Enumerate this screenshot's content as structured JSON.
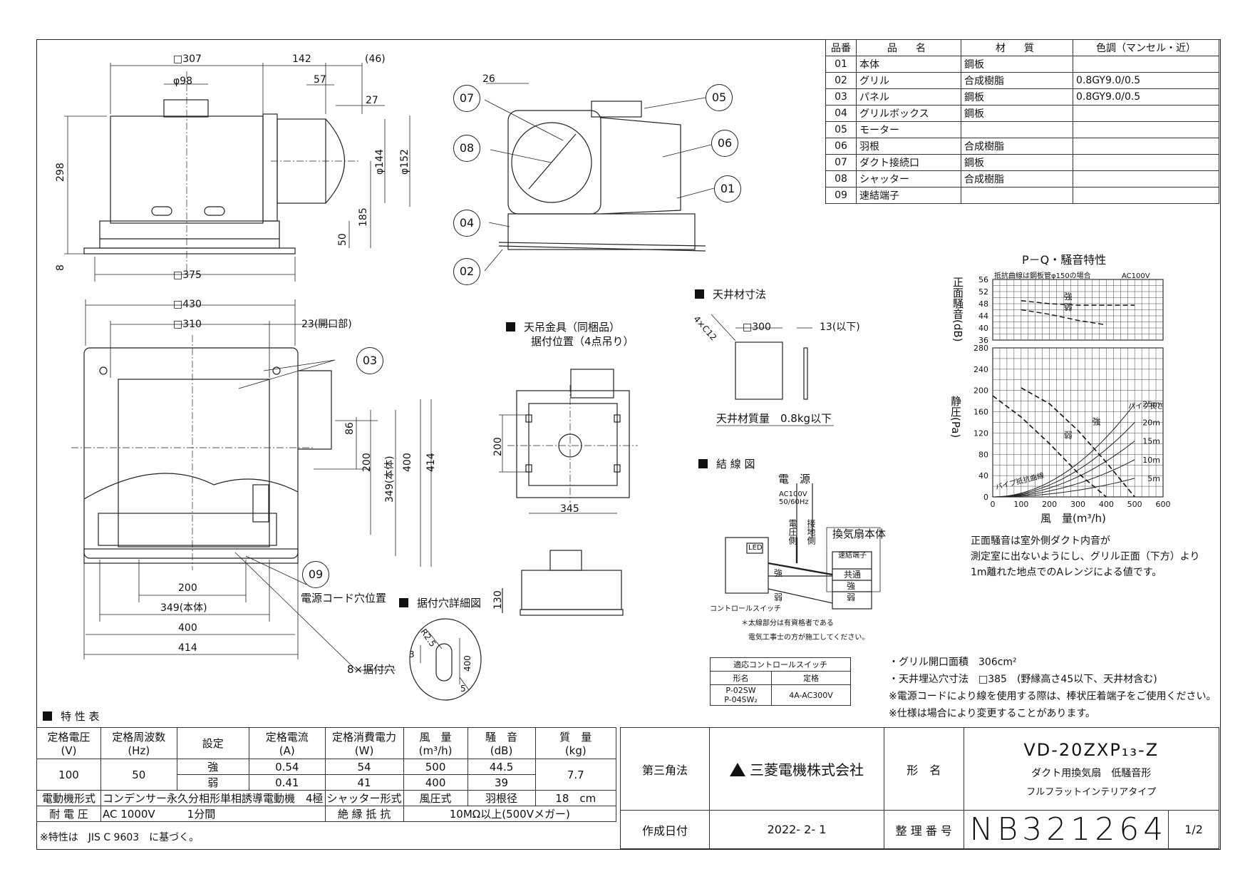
{
  "parts_table": {
    "headers": [
      "品番",
      "品　名",
      "材　質",
      "色調（マンセル・近）"
    ],
    "rows": [
      [
        "01",
        "本体",
        "鋼板",
        ""
      ],
      [
        "02",
        "グリル",
        "合成樹脂",
        "0.8GY9.0/0.5"
      ],
      [
        "03",
        "パネル",
        "鋼板",
        "0.8GY9.0/0.5"
      ],
      [
        "04",
        "グリルボックス",
        "鋼板",
        ""
      ],
      [
        "05",
        "モーター",
        "",
        ""
      ],
      [
        "06",
        "羽根",
        "合成樹脂",
        ""
      ],
      [
        "07",
        "ダクト接続口",
        "鋼板",
        ""
      ],
      [
        "08",
        "シャッター",
        "合成樹脂",
        ""
      ],
      [
        "09",
        "速結端子",
        "",
        ""
      ]
    ]
  },
  "balloons": [
    "07",
    "08",
    "04",
    "02",
    "05",
    "06",
    "01",
    "03",
    "09"
  ],
  "dims": {
    "top_w": "□307",
    "d142": "142",
    "d46": "(46)",
    "d98": "φ98",
    "d57": "57",
    "d27": "27",
    "d298": "298",
    "d144": "φ144",
    "d152": "φ152",
    "d185": "185",
    "d50": "50",
    "d8": "8",
    "d375": "□375",
    "d430": "□430",
    "d310": "□310",
    "d23": "23(開口部)",
    "d86": "86",
    "d200v": "200",
    "d349v": "349(本体)",
    "d400v": "400",
    "d414v": "414",
    "d200h": "200",
    "d349h": "349(本体)",
    "d400h": "400",
    "d414h": "414",
    "d26": "26",
    "d200s": "200",
    "d345": "345",
    "d130": "130",
    "d300": "□300",
    "d13": "13(以下)",
    "d4xc12": "4×C12",
    "dR25": "R2.5",
    "d3": "3",
    "d400s": "400",
    "d5": "5"
  },
  "labels": {
    "cord": "電源コード穴位置",
    "mount_holes": "8×据付穴",
    "hanger_title": "天吊金具（同梱品）",
    "hanger_sub": "据付位置（4点吊り）",
    "ceiling_title": "天井材寸法",
    "ceiling_mass": "天井材質量　0.8kg以下",
    "hole_title": "据付穴詳細図",
    "wiring_title": "結 線 図",
    "power": "電　源",
    "power_spec1": "AC100V",
    "power_spec2": "50/60Hz",
    "v_side": "電圧側",
    "g_side": "接地側",
    "fan_body": "換気扇本体",
    "terminal": "速結端子",
    "t_common": "共通",
    "t_strong": "強",
    "t_weak": "弱",
    "w_strong": "強",
    "w_weak": "弱",
    "led": "LED",
    "switch": "コントロールスイッチ",
    "note_wire1": "＊太線部分は有資格者である",
    "note_wire2": "電気工事士の方が施工してください。"
  },
  "ctl_table": {
    "title": "適応コントロールスイッチ",
    "h1": "形名",
    "h2": "定格",
    "m1": "P-02SW",
    "m2": "P-04SW₂",
    "rating": "4A-AC300V"
  },
  "notes": [
    "・グリル開口面積　306cm²",
    "・天井埋込穴寸法　□385　(野縁高さ45以下、天井材含む)",
    "※電源コードにより線を使用する際は、棒状圧着端子をご使用ください。",
    "※仕様は場合により変更することがあります。"
  ],
  "chart_data": {
    "type": "line",
    "title": "P－Q・騒音特性",
    "subtitle": "抵抗曲線は鋼板管φ150の場合",
    "voltage": "AC100V",
    "noise_ylabel": "正面騒音(dB)",
    "noise_ylim": [
      36,
      56
    ],
    "noise_yticks": [
      "56",
      "52",
      "48",
      "44",
      "40",
      "36"
    ],
    "pq_ylabel": "静圧(Pa)",
    "pq_ylim": [
      0,
      280
    ],
    "pq_yticks": [
      "280",
      "240",
      "200",
      "160",
      "120",
      "80",
      "40",
      "0"
    ],
    "xlabel": "風　量(m³/h)",
    "xlim": [
      0,
      600
    ],
    "xticks": [
      "0",
      "100",
      "200",
      "300",
      "400",
      "500",
      "600"
    ],
    "pipe_label": "パイプ長さ",
    "pipe_curve_label": "パイプ抵抗曲線",
    "series": [
      {
        "name": "強",
        "x": [
          100,
          200,
          300,
          400,
          500
        ],
        "y": [
          205,
          175,
          125,
          65,
          0
        ]
      },
      {
        "name": "弱",
        "x": [
          0,
          100,
          200,
          300,
          400
        ],
        "y": [
          190,
          150,
          100,
          45,
          0
        ]
      }
    ],
    "noise_series": [
      {
        "name": "強",
        "x": [
          100,
          200,
          300,
          400,
          500
        ],
        "y": [
          49,
          48,
          47.5,
          47.5,
          47.5
        ]
      },
      {
        "name": "弱",
        "x": [
          100,
          200,
          300,
          400
        ],
        "y": [
          46,
          44.5,
          42.5,
          41
        ]
      }
    ],
    "pipe_lengths": [
      {
        "label": "25m",
        "k": 0.0007
      },
      {
        "label": "20m",
        "k": 0.00056
      },
      {
        "label": "15m",
        "k": 0.00042
      },
      {
        "label": "10m",
        "k": 0.00028
      },
      {
        "label": "5m",
        "k": 0.00014
      }
    ],
    "note1": "正面騒音は室外側ダクト内音が",
    "note2": "測定室に出ないようにし、グリル正面（下方）より",
    "note3": "1m離れた地点でのAレンジによる値です。"
  },
  "spec": {
    "section": "特 性 表",
    "h_voltage": "定格電圧",
    "u_voltage": "(V)",
    "h_freq": "定格周波数",
    "u_freq": "(Hz)",
    "h_setting": "設定",
    "h_current": "定格電流",
    "u_current": "(A)",
    "h_power": "定格消費電力",
    "u_power": "(W)",
    "h_air": "風　量",
    "u_air": "(m³/h)",
    "h_noise": "騒　音",
    "u_noise": "(dB)",
    "h_mass": "質　量",
    "u_mass": "(kg)",
    "voltage": "100",
    "freq": "50",
    "s1": "強",
    "c1": "0.54",
    "p1": "54",
    "a1": "500",
    "n1": "44.5",
    "s2": "弱",
    "c2": "0.41",
    "p2": "41",
    "a2": "400",
    "n2": "39",
    "mass": "7.7",
    "motor_label": "電動機形式",
    "motor_val": "コンデンサー永久分相形単相誘導電動機　4極",
    "shutter_label": "シャッター形式",
    "shutter_val": "風圧式",
    "blade_label": "羽根径",
    "blade_val": "18　cm",
    "withstand_label": "耐 電 圧",
    "withstand_val": "AC 1000V　　　1分間",
    "insul_label": "絶 縁 抵 抗",
    "insul_val": "10MΩ以上(500Vメガー)",
    "footnote": "※特性は　JIS C 9603　に基づく。"
  },
  "title_block": {
    "projection": "第三角法",
    "company": "三菱電機株式会社",
    "model_label": "形　名",
    "model": "VD-20ZXP₁₃-Z",
    "desc1": "ダクト用換気扇　低騒音形",
    "desc2": "フルフラットインテリアタイプ",
    "date_label": "作成日付",
    "date": "2022- 2- 1",
    "number_label": "整 理 番 号",
    "number": "NB321264",
    "sheet": "1/2"
  }
}
